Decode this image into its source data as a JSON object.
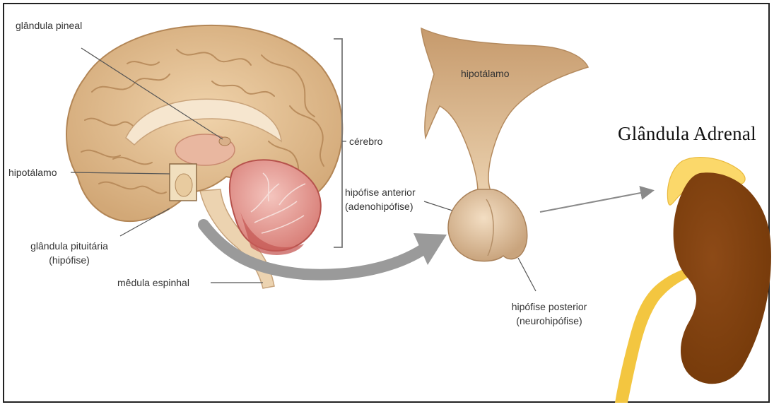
{
  "labels": {
    "pineal": "glândula pineal",
    "hypothalamus_left": "hipotálamo",
    "pituitary_line1": "glândula pituitária",
    "pituitary_line2": "(hipófise)",
    "spinal_cord": "mêdula espinhal",
    "brain": "cérebro",
    "anterior_line1": "hipófise anterior",
    "anterior_line2": "(adenohipófise)",
    "hypothalamus_right": "hipotálamo",
    "posterior_line1": "hipófise posterior",
    "posterior_line2": "(neurohipófise)"
  },
  "title": "Glândula Adrenal",
  "colors": {
    "cortex": "#dcb88c",
    "cortex_dark": "#b58a5c",
    "cerebellum": "#e8a7a0",
    "cerebellum_dark": "#c65a55",
    "kidney": "#80400e",
    "adrenal": "#fbd86a",
    "ureter": "#f3c640",
    "arrow": "#9a9a9a",
    "pituitary": "#e6c9a4"
  }
}
